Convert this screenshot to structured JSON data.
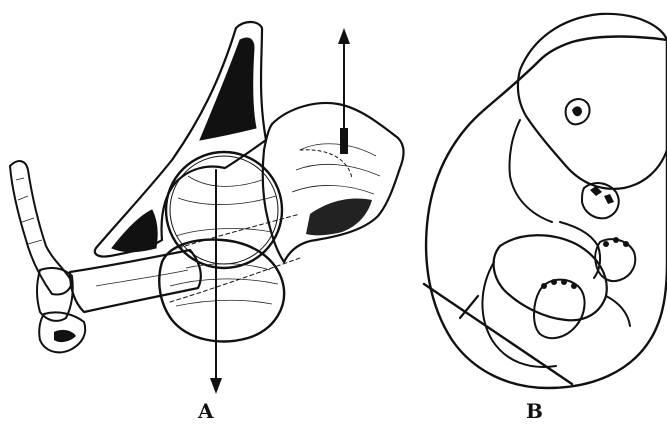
{
  "figure": {
    "panels": [
      {
        "id": "A",
        "label": "A",
        "subject": "pelvis-leg-skeleton"
      },
      {
        "id": "B",
        "label": "B",
        "subject": "fetus-in-utero"
      }
    ],
    "colors": {
      "ink": "#111111",
      "paper": "#ffffff"
    }
  }
}
